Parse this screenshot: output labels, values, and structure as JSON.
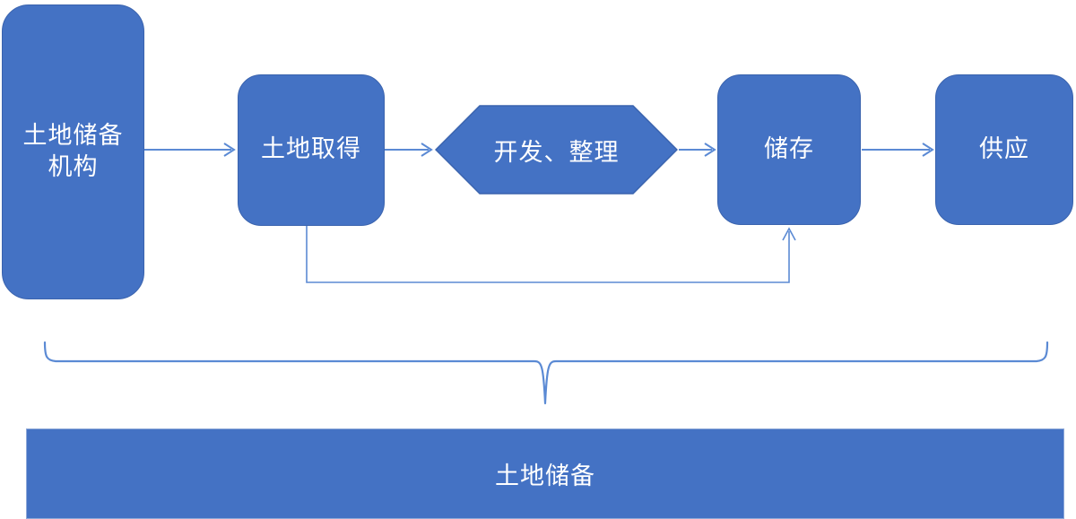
{
  "diagram": {
    "title_bar_label": "土地储备",
    "accent_color": "#4472C4",
    "connector_color": "#5B8AD4",
    "node_text_color": "#FFFFFF",
    "background_color": "#FFFFFF"
  },
  "nodes": [
    {
      "id": "agency",
      "label": "土地储备\n机构",
      "shape": "rounded-rectangle"
    },
    {
      "id": "acquire",
      "label": "土地取得",
      "shape": "rounded-rectangle"
    },
    {
      "id": "develop",
      "label": "开发、整理",
      "shape": "hexagon"
    },
    {
      "id": "store",
      "label": "储存",
      "shape": "rounded-rectangle"
    },
    {
      "id": "supply",
      "label": "供应",
      "shape": "rounded-rectangle"
    }
  ],
  "connectors": [
    {
      "id": "agency-to-acquire",
      "from": "agency",
      "to": "acquire",
      "style": "arrow"
    },
    {
      "id": "acquire-to-develop",
      "from": "acquire",
      "to": "develop",
      "style": "arrow"
    },
    {
      "id": "develop-to-store",
      "from": "develop",
      "to": "store",
      "style": "arrow"
    },
    {
      "id": "store-to-supply",
      "from": "store",
      "to": "supply",
      "style": "arrow"
    },
    {
      "id": "acquire-to-store-bypass",
      "from": "acquire",
      "to": "store",
      "style": "elbow-arrow"
    }
  ],
  "brace": {
    "id": "scope-brace",
    "orientation": "down",
    "covers": [
      "agency",
      "acquire",
      "develop",
      "store",
      "supply"
    ],
    "points_to": "summary-bar"
  },
  "summary": {
    "label": "土地储备"
  }
}
